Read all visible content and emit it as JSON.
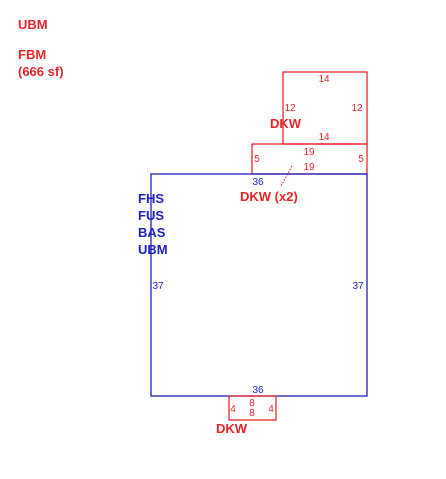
{
  "colors": {
    "red": "#e8262a",
    "blue": "#1f1fbf"
  },
  "top_labels": {
    "line1": "UBM",
    "line2": "FBM",
    "line3": "(666 sf)"
  },
  "main_area": {
    "labels": [
      "FHS",
      "FUS",
      "BAS",
      "UBM"
    ],
    "dim_top": "36",
    "dim_bottom": "36",
    "dim_left": "37",
    "dim_right": "37"
  },
  "deck_upper": {
    "label": "DKW",
    "dim_top": "14",
    "dim_bottom": "14",
    "dim_left": "12",
    "dim_right": "12"
  },
  "deck_middle": {
    "label": "DKW (x2)",
    "dim_top": "19",
    "dim_bottom": "19",
    "dim_left": "5",
    "dim_right": "5"
  },
  "deck_lower": {
    "label": "DKW",
    "dim_top": "8",
    "dim_bottom": "8",
    "dim_left": "4",
    "dim_right": "4"
  }
}
